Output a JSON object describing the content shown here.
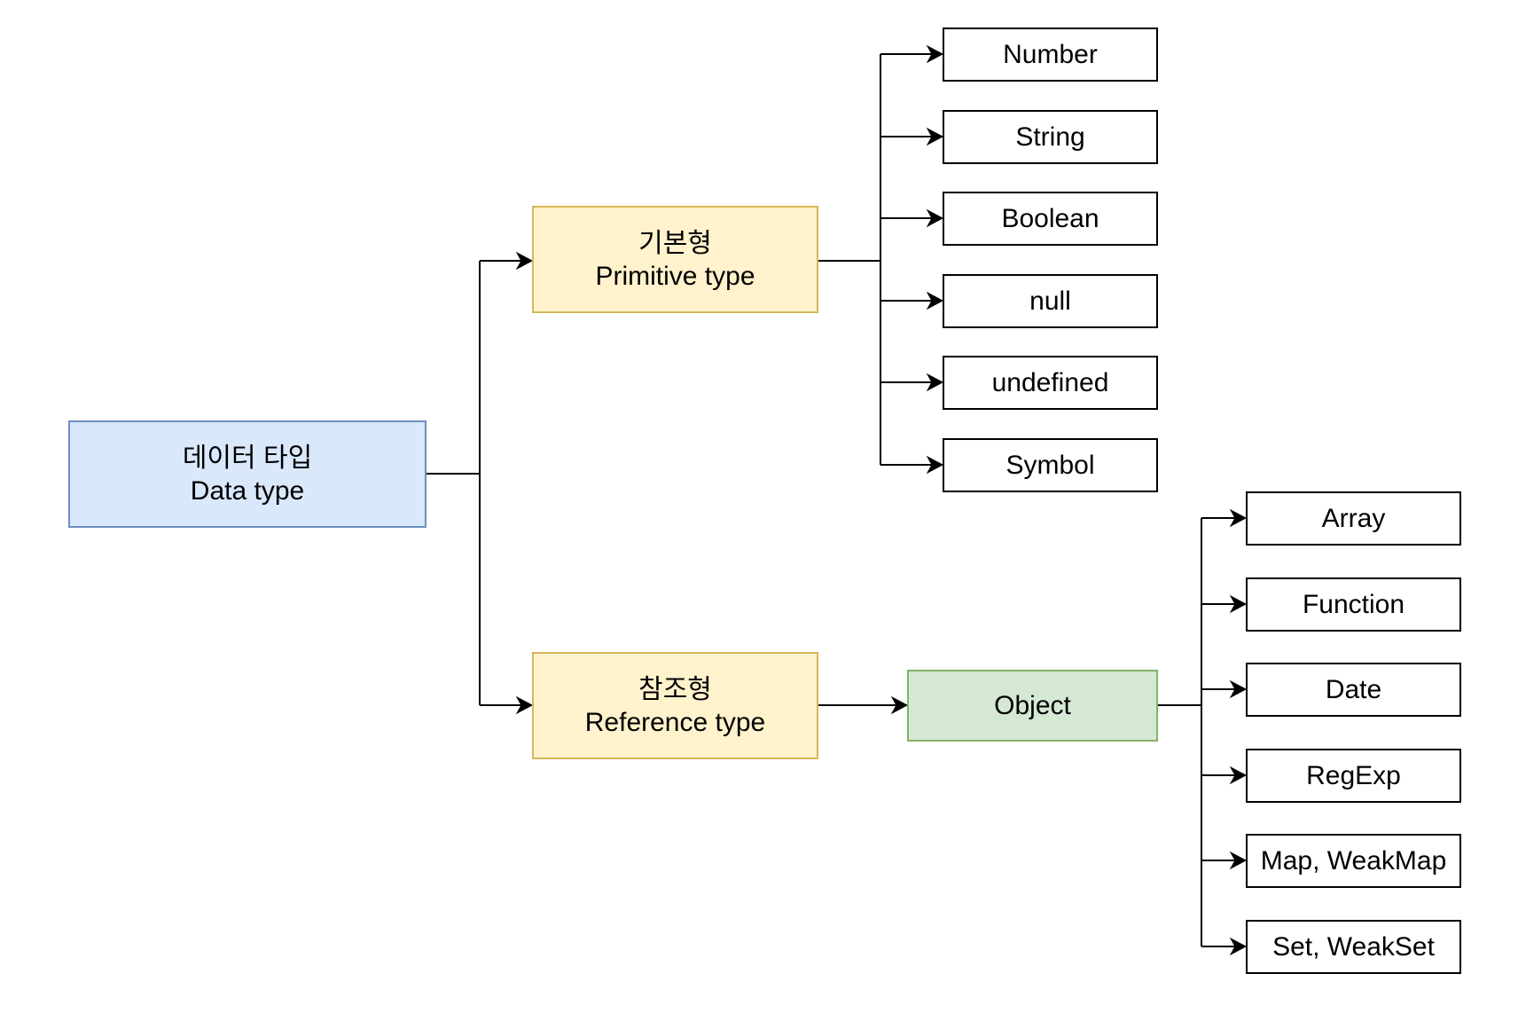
{
  "colors": {
    "root_fill": "#dae8fc",
    "root_border": "#6c8ebf",
    "category_fill": "#fff2cc",
    "category_border": "#d6b656",
    "object_fill": "#d5e8d4",
    "object_border": "#82b366",
    "leaf_fill": "#ffffff",
    "leaf_border": "#000000",
    "edge": "#000000"
  },
  "root": {
    "label_ko": "데이터 타입",
    "label_en": "Data type"
  },
  "primitive": {
    "label_ko": "기본형",
    "label_en": "Primitive type",
    "types": [
      "Number",
      "String",
      "Boolean",
      "null",
      "undefined",
      "Symbol"
    ]
  },
  "reference": {
    "label_ko": "참조형",
    "label_en": "Reference type",
    "object": {
      "label": "Object"
    },
    "types": [
      "Array",
      "Function",
      "Date",
      "RegExp",
      "Map, WeakMap",
      "Set, WeakSet"
    ]
  }
}
